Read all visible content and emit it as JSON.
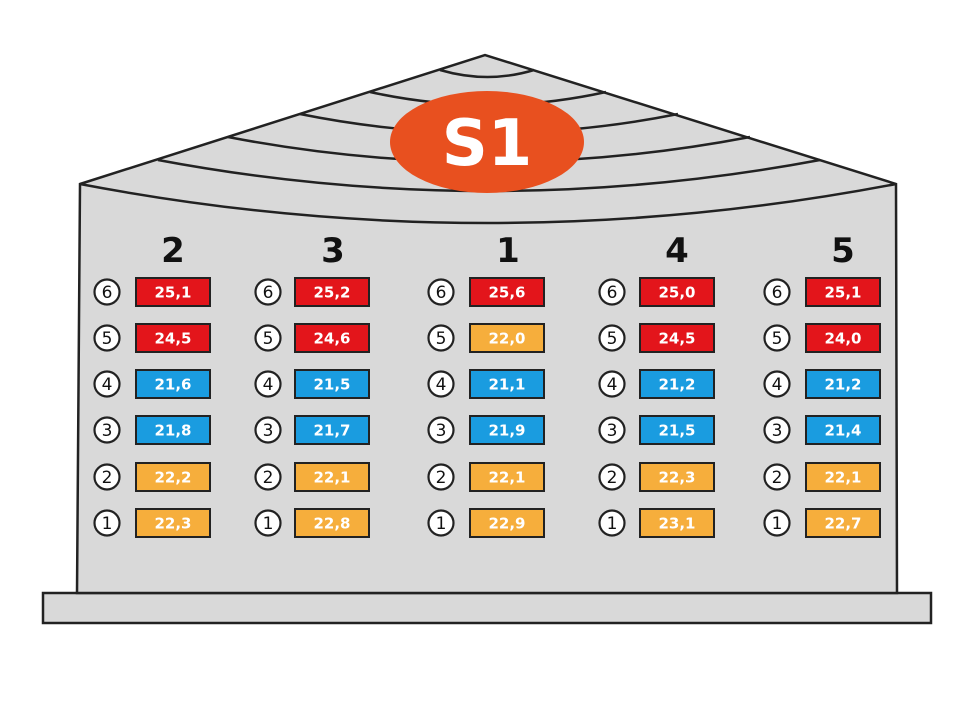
{
  "badge": {
    "label": "S1",
    "color": "#e8501f"
  },
  "colors": {
    "hot": "#e3151b",
    "warm": "#f6ae3c",
    "cool": "#1a9ce0",
    "building": "#d9d9d9",
    "outline": "#222222"
  },
  "columns": [
    {
      "header": "2",
      "cells": [
        {
          "level": "6",
          "value": "25,1",
          "category": "hot"
        },
        {
          "level": "5",
          "value": "24,5",
          "category": "hot"
        },
        {
          "level": "4",
          "value": "21,6",
          "category": "cool"
        },
        {
          "level": "3",
          "value": "21,8",
          "category": "cool"
        },
        {
          "level": "2",
          "value": "22,2",
          "category": "warm"
        },
        {
          "level": "1",
          "value": "22,3",
          "category": "warm"
        }
      ]
    },
    {
      "header": "3",
      "cells": [
        {
          "level": "6",
          "value": "25,2",
          "category": "hot"
        },
        {
          "level": "5",
          "value": "24,6",
          "category": "hot"
        },
        {
          "level": "4",
          "value": "21,5",
          "category": "cool"
        },
        {
          "level": "3",
          "value": "21,7",
          "category": "cool"
        },
        {
          "level": "2",
          "value": "22,1",
          "category": "warm"
        },
        {
          "level": "1",
          "value": "22,8",
          "category": "warm"
        }
      ]
    },
    {
      "header": "1",
      "cells": [
        {
          "level": "6",
          "value": "25,6",
          "category": "hot"
        },
        {
          "level": "5",
          "value": "22,0",
          "category": "warm"
        },
        {
          "level": "4",
          "value": "21,1",
          "category": "cool"
        },
        {
          "level": "3",
          "value": "21,9",
          "category": "cool"
        },
        {
          "level": "2",
          "value": "22,1",
          "category": "warm"
        },
        {
          "level": "1",
          "value": "22,9",
          "category": "warm"
        }
      ]
    },
    {
      "header": "4",
      "cells": [
        {
          "level": "6",
          "value": "25,0",
          "category": "hot"
        },
        {
          "level": "5",
          "value": "24,5",
          "category": "hot"
        },
        {
          "level": "4",
          "value": "21,2",
          "category": "cool"
        },
        {
          "level": "3",
          "value": "21,5",
          "category": "cool"
        },
        {
          "level": "2",
          "value": "22,3",
          "category": "warm"
        },
        {
          "level": "1",
          "value": "23,1",
          "category": "warm"
        }
      ]
    },
    {
      "header": "5",
      "cells": [
        {
          "level": "6",
          "value": "25,1",
          "category": "hot"
        },
        {
          "level": "5",
          "value": "24,0",
          "category": "hot"
        },
        {
          "level": "4",
          "value": "21,2",
          "category": "cool"
        },
        {
          "level": "3",
          "value": "21,4",
          "category": "cool"
        },
        {
          "level": "2",
          "value": "22,1",
          "category": "warm"
        },
        {
          "level": "1",
          "value": "22,7",
          "category": "warm"
        }
      ]
    }
  ]
}
